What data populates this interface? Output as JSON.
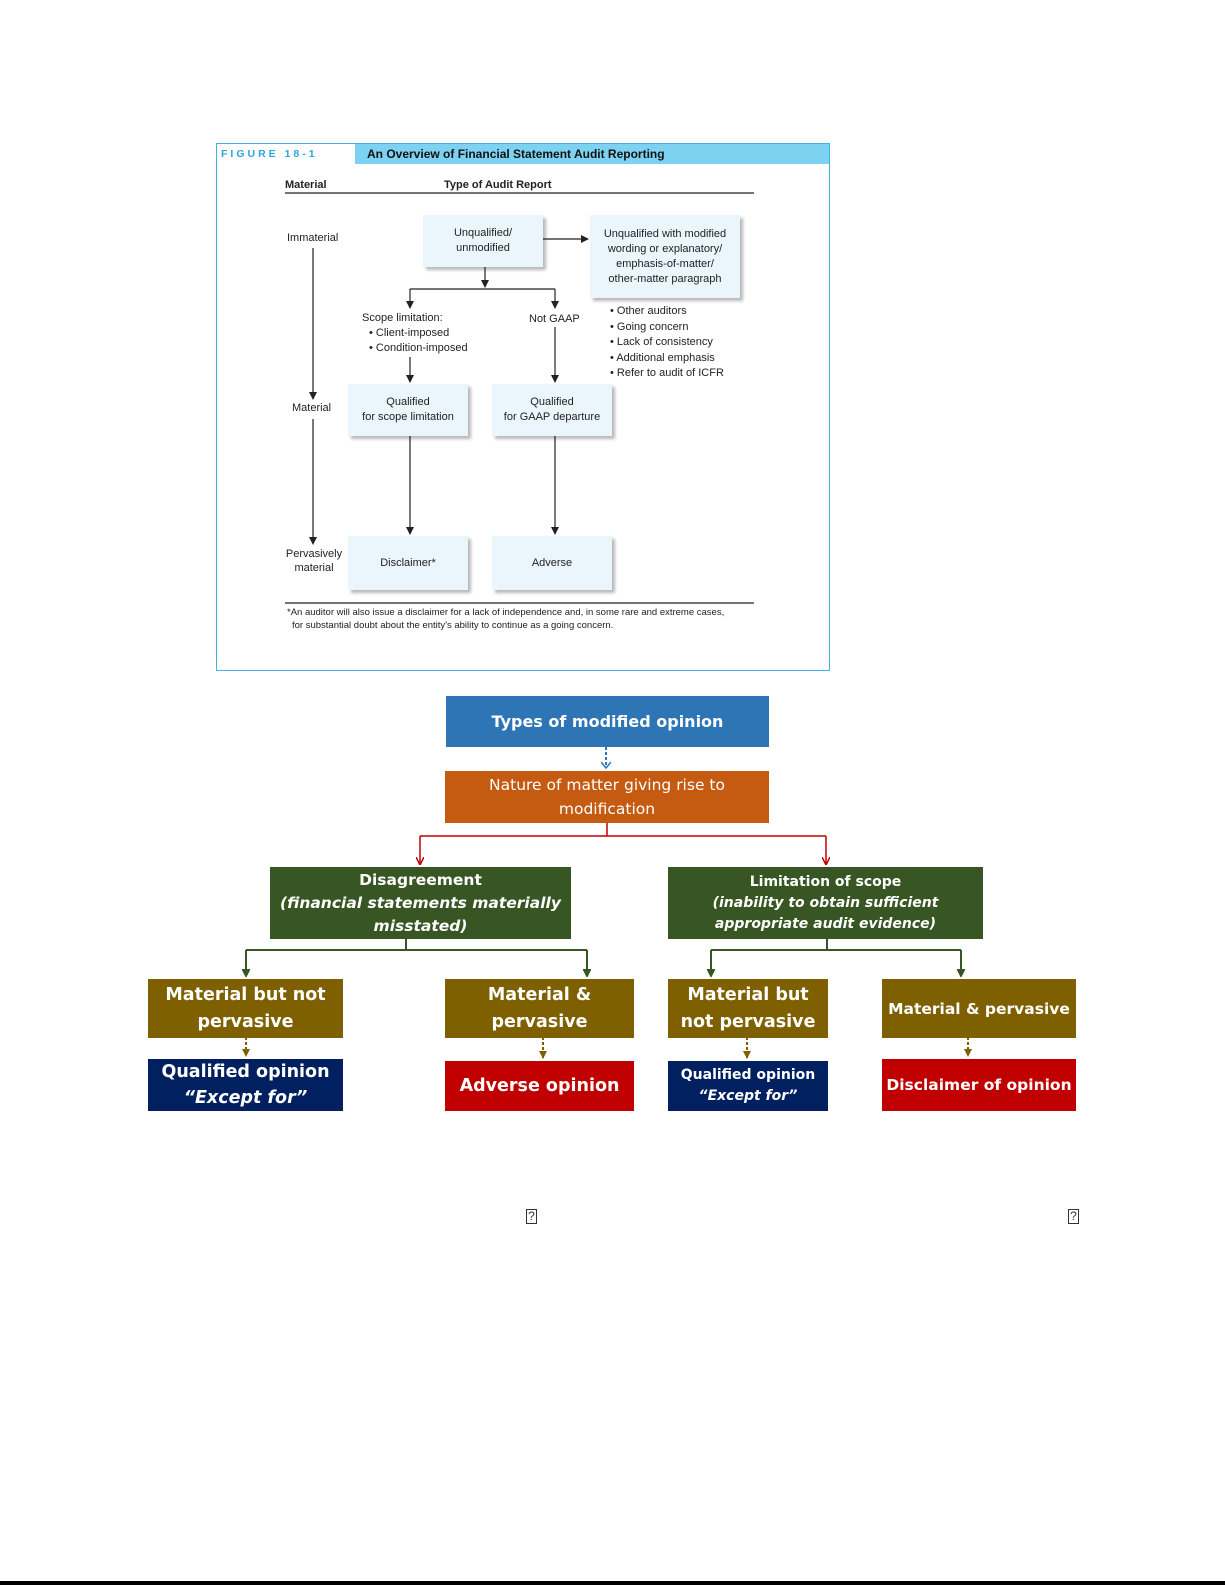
{
  "figure": {
    "label": "FIGURE 18-1",
    "title": "An Overview of Financial Statement Audit Reporting",
    "col_material": "Material",
    "col_type": "Type of Audit Report",
    "left_axis": {
      "immaterial": "Immaterial",
      "material": "Material",
      "pervasive": "Pervasively\nmaterial"
    },
    "boxes": {
      "unqualified": "Unqualified/\nunmodified",
      "unqualified_modified": "Unqualified with modified\nwording or explanatory/\nemphasis-of-matter/\nother-matter paragraph",
      "qualified_scope": "Qualified\nfor scope limitation",
      "qualified_gaap": "Qualified\nfor GAAP departure",
      "disclaimer": "Disclaimer*",
      "adverse": "Adverse"
    },
    "scope_limitation": {
      "heading": "Scope limitation:",
      "items": [
        "Client-imposed",
        "Condition-imposed"
      ]
    },
    "not_gaap": "Not GAAP",
    "reasons": [
      "Other auditors",
      "Going concern",
      "Lack of consistency",
      "Additional emphasis",
      "Refer to audit of ICFR"
    ],
    "footnote_line1": "*An auditor will also issue a disclaimer for a lack of independence and, in some rare and extreme cases,",
    "footnote_line2": "for substantial doubt about the entity's ability to continue as a going concern."
  },
  "chart": {
    "top": "Types of modified opinion",
    "nature": "Nature of matter giving rise to modification",
    "disagreement": {
      "title": "Disagreement",
      "subtitle": "(financial statements materially misstated)"
    },
    "limitation": {
      "title": "Limitation of scope",
      "subtitle": "(inability to obtain sufficient appropriate audit evidence)"
    },
    "level3": {
      "d_left": "Material but not pervasive",
      "d_right": "Material & pervasive",
      "l_left": "Material but not pervasive",
      "l_right": "Material & pervasive"
    },
    "outcomes": {
      "qualified1_title": "Qualified opinion",
      "qualified1_sub": "“Except for”",
      "adverse": "Adverse opinion",
      "qualified2_title": "Qualified opinion",
      "qualified2_sub": "“Except for”",
      "disclaimer": "Disclaimer of opinion"
    },
    "colors": {
      "blue": "#2e75b6",
      "orange": "#c55a11",
      "green": "#375623",
      "olive": "#7f6000",
      "navy": "#002060",
      "red": "#c00000"
    }
  },
  "placeholders": [
    "?",
    "?"
  ]
}
